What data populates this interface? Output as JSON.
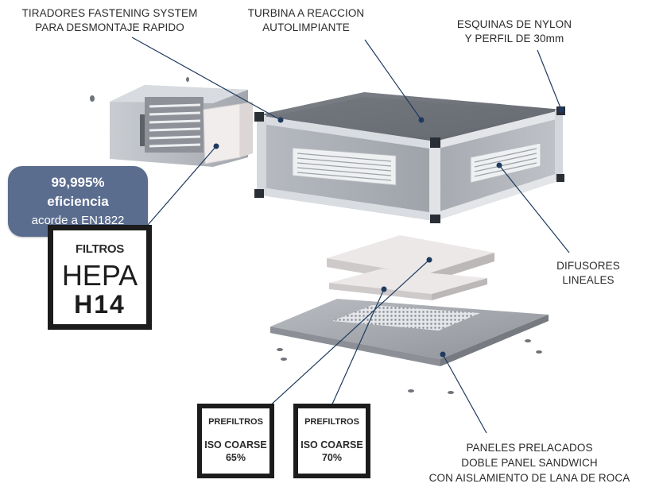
{
  "labels": {
    "tiradores": [
      "TIRADORES FASTENING SYSTEM",
      "PARA DESMONTAJE RAPIDO"
    ],
    "turbina": [
      "TURBINA A REACCION",
      "AUTOLIMPIANTE"
    ],
    "esquinas": [
      "ESQUINAS DE NYLON",
      "Y PERFIL DE 30mm"
    ],
    "difusores": [
      "DIFUSORES",
      "LINEALES"
    ],
    "paneles": [
      "PANELES PRELACADOS",
      "DOBLE PANEL SANDWICH",
      "CON AISLAMIENTO DE LANA DE ROCA"
    ]
  },
  "badge": {
    "line1": "99,995%",
    "line2": "eficiencia",
    "line3": "acorde a EN1822"
  },
  "hepa_box": {
    "line1": "FILTROS",
    "line2": "HEPA",
    "line3": "H14"
  },
  "prefilter_boxes": [
    {
      "line1": "PREFILTROS",
      "line2": "ISO COARSE",
      "line3": "65%"
    },
    {
      "line1": "PREFILTROS",
      "line2": "ISO COARSE",
      "line3": "70%"
    }
  ],
  "colors": {
    "badge": "#5b6d8f",
    "leader_line": "#1f3a5f",
    "leader_dot": "#1f3a5f",
    "housing_panel": "#a8acb3",
    "frame": "#d9dce0",
    "nylon_corner": "#2a2e35"
  }
}
